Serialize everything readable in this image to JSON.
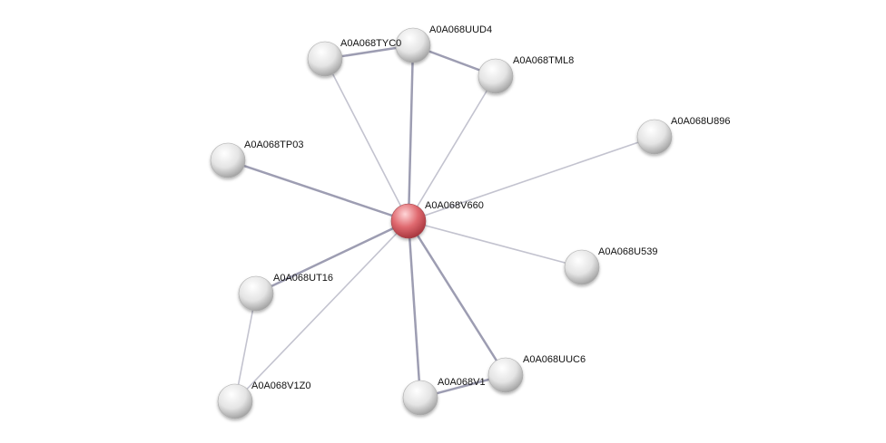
{
  "network": {
    "nodes": [
      {
        "id": "V660",
        "label": "A0A068V660",
        "query": true
      },
      {
        "id": "TYC0",
        "label": "A0A068TYC0"
      },
      {
        "id": "UUD4",
        "label": "A0A068UUD4"
      },
      {
        "id": "TML8",
        "label": "A0A068TML8"
      },
      {
        "id": "U896",
        "label": "A0A068U896"
      },
      {
        "id": "TP03",
        "label": "A0A068TP03"
      },
      {
        "id": "U539",
        "label": "A0A068U539"
      },
      {
        "id": "UT16",
        "label": "A0A068UT16"
      },
      {
        "id": "V1Z0",
        "label": "A0A068V1Z0"
      },
      {
        "id": "V1",
        "label": "A0A068V1"
      },
      {
        "id": "UUC6",
        "label": "A0A068UUC6"
      }
    ],
    "edges": [
      {
        "from": "V660",
        "to": "TYC0",
        "strong": false
      },
      {
        "from": "V660",
        "to": "UUD4",
        "strong": true
      },
      {
        "from": "V660",
        "to": "TML8",
        "strong": false
      },
      {
        "from": "V660",
        "to": "U896",
        "strong": false
      },
      {
        "from": "V660",
        "to": "TP03",
        "strong": true
      },
      {
        "from": "V660",
        "to": "U539",
        "strong": false
      },
      {
        "from": "V660",
        "to": "UT16",
        "strong": true
      },
      {
        "from": "V660",
        "to": "V1Z0",
        "strong": false
      },
      {
        "from": "V660",
        "to": "V1",
        "strong": true
      },
      {
        "from": "V660",
        "to": "UUC6",
        "strong": true
      },
      {
        "from": "TYC0",
        "to": "UUD4",
        "strong": true
      },
      {
        "from": "UUD4",
        "to": "TML8",
        "strong": true
      },
      {
        "from": "UT16",
        "to": "V1Z0",
        "strong": false
      },
      {
        "from": "V1",
        "to": "UUC6",
        "strong": true
      }
    ],
    "colors": {
      "query_node": "#e06a70",
      "node": "#d8d8d8",
      "edge_strong": "#9d9db2",
      "edge_weak": "#c3c3cf"
    }
  }
}
